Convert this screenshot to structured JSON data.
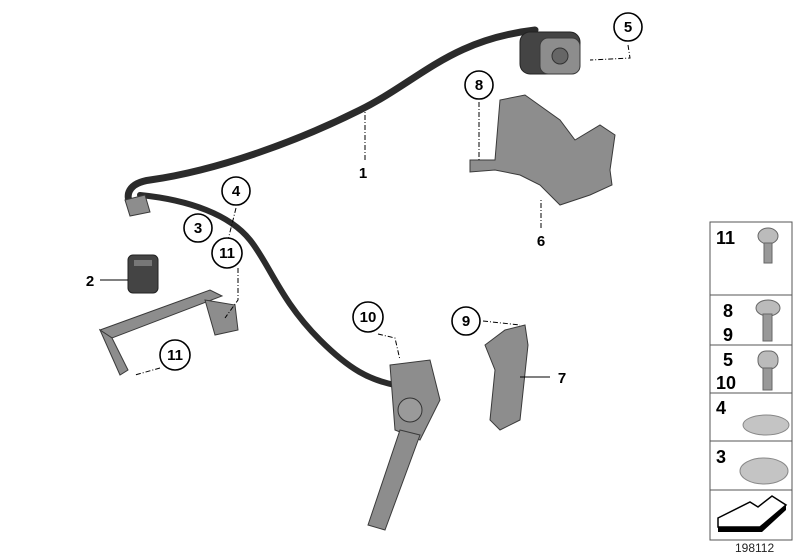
{
  "diagram": {
    "callouts": [
      {
        "id": "5",
        "style": "circle"
      },
      {
        "id": "8",
        "style": "circle"
      },
      {
        "id": "1",
        "style": "plain"
      },
      {
        "id": "4",
        "style": "circle"
      },
      {
        "id": "3",
        "style": "circle"
      },
      {
        "id": "6",
        "style": "plain"
      },
      {
        "id": "2",
        "style": "plain"
      },
      {
        "id": "11",
        "style": "circle"
      },
      {
        "id": "10",
        "style": "circle"
      },
      {
        "id": "9",
        "style": "circle"
      },
      {
        "id": "7",
        "style": "plain"
      },
      {
        "id": "11",
        "style": "circle"
      }
    ],
    "parts_panel": [
      {
        "labels": [
          "11"
        ],
        "part": "torx-bolt-short-icon"
      },
      {
        "labels": [
          "8",
          "9"
        ],
        "part": "torx-bolt-icon"
      },
      {
        "labels": [
          "5",
          "10"
        ],
        "part": "torx-bolt-icon"
      },
      {
        "labels": [
          "4"
        ],
        "part": "cover-cap-flat-icon"
      },
      {
        "labels": [
          "3"
        ],
        "part": "cover-cap-domed-icon"
      },
      {
        "labels": [],
        "part": "arrow-icon"
      }
    ],
    "document_number": "198112"
  }
}
